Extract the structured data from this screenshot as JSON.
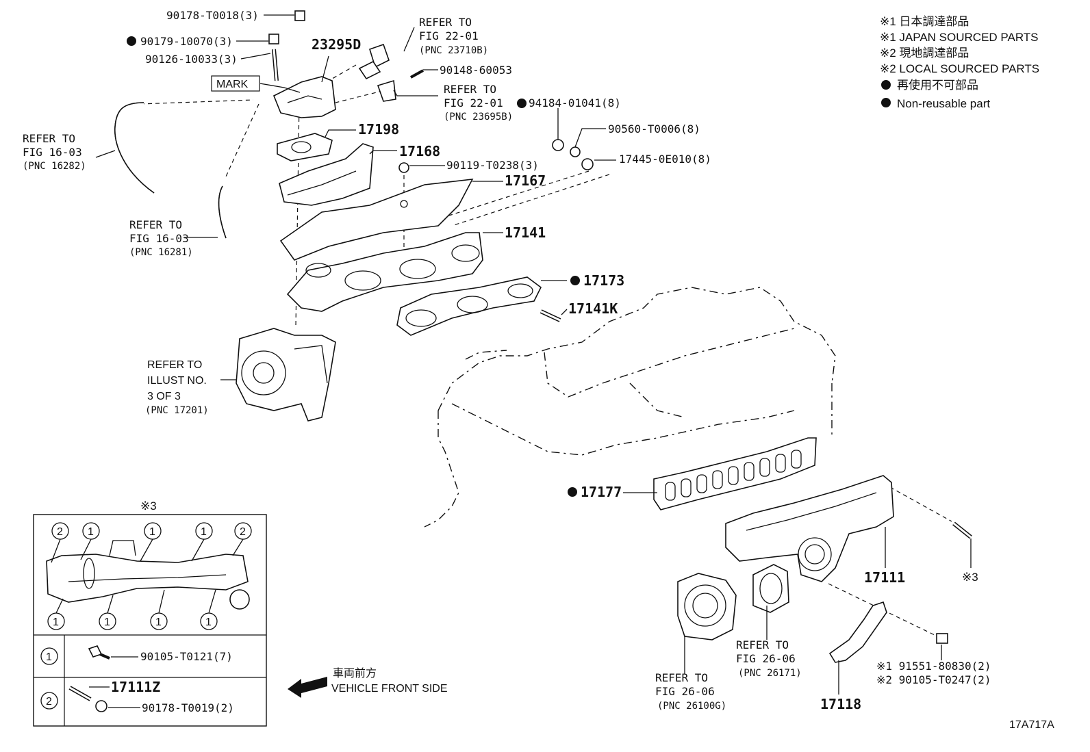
{
  "diagram_id": "17A717A",
  "legend": {
    "line1": "※1 日本調達部品",
    "line2": "※1 JAPAN SOURCED PARTS",
    "line3": "※2 現地調達部品",
    "line4": "※2 LOCAL SOURCED PARTS",
    "line5": "再使用不可部品",
    "line6": "Non-reusable part"
  },
  "parts": {
    "p90178_T0018": "90178-T0018(3)",
    "p90179_10070": "90179-10070(3)",
    "p90126_10033": "90126-10033(3)",
    "p23295D": "23295D",
    "mark": "MARK",
    "p90148_60053": "90148-60053",
    "p94184_01041": "94184-01041(8)",
    "p90560_T0006": "90560-T0006(8)",
    "p17445_0E010": "17445-0E010(8)",
    "p17198": "17198",
    "p17168": "17168",
    "p90119_T0238": "90119-T0238(3)",
    "p17167": "17167",
    "p17141": "17141",
    "p17173": "17173",
    "p17141K": "17141K",
    "p17177": "17177",
    "p17111": "17111",
    "p17118": "17118",
    "p91551": "※1 91551-80830(2)",
    "p90105_T0247": "※2 90105-T0247(2)",
    "star3": "※3"
  },
  "refs": {
    "r1": {
      "l1": "REFER TO",
      "l2": "FIG 22-01",
      "l3": "(PNC 23710B)"
    },
    "r2": {
      "l1": "REFER TO",
      "l2": "FIG 22-01",
      "l3": "(PNC 23695B)"
    },
    "r3": {
      "l1": "REFER TO",
      "l2": "FIG 16-03",
      "l3": "(PNC 16282)"
    },
    "r4": {
      "l1": "REFER TO",
      "l2": "FIG 16-03",
      "l3": "(PNC 16281)"
    },
    "r5": {
      "l1": "REFER TO",
      "l2": "ILLUST NO.",
      "l3": "3 OF 3",
      "l4": "(PNC 17201)"
    },
    "r6": {
      "l1": "REFER TO",
      "l2": "FIG 26-06",
      "l3": "(PNC 26171)"
    },
    "r7": {
      "l1": "REFER TO",
      "l2": "FIG 26-06",
      "l3": "(PNC 26100G)"
    }
  },
  "inset": {
    "title": "※3",
    "c1": "1",
    "c2": "2",
    "row1_part": "90105-T0121(7)",
    "row2_part_a": "17111Z",
    "row2_part_b": "90178-T0019(2)"
  },
  "front": {
    "jp": "車両前方",
    "en": "VEHICLE FRONT SIDE"
  }
}
